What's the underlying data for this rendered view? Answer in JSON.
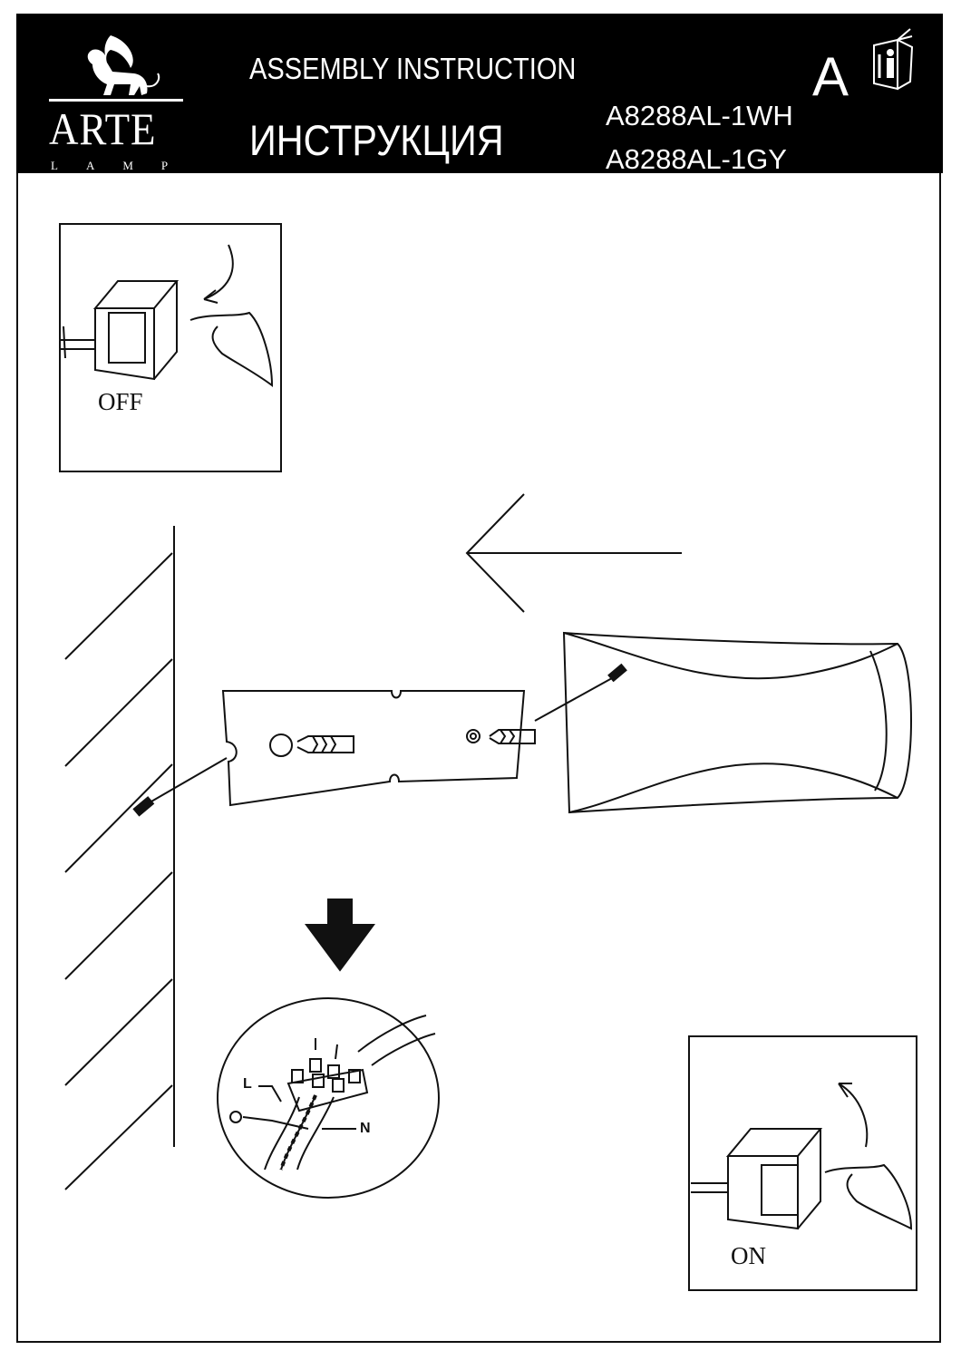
{
  "header": {
    "brand": "ARTE",
    "brand_sub": "LAMP",
    "title_en": "ASSEMBLY  INSTRUCTION",
    "title_ru": "ИНСТРУКЦИЯ",
    "models": [
      "A8288AL-1WH",
      "A8288AL-1GY"
    ],
    "section_letter": "A",
    "manual_icon": "instruction-book-icon"
  },
  "steps": {
    "switch_off_label": "OFF",
    "switch_on_label": "ON",
    "wire_live_label": "L",
    "wire_neutral_label": "N",
    "ground_icon": "ground-symbol-icon"
  }
}
